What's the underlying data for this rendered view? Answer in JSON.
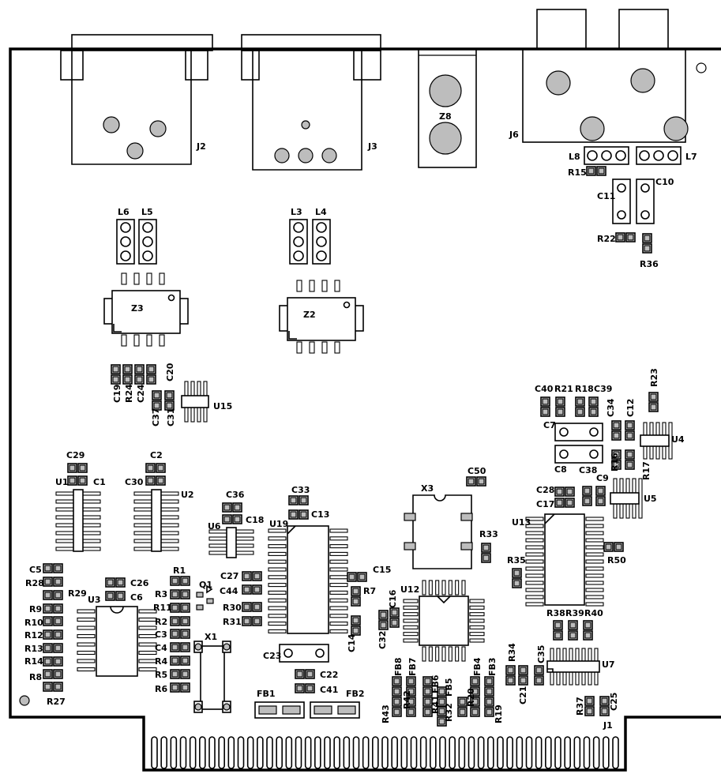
{
  "connectors": {
    "J2": "J2",
    "J3": "J3",
    "Z8": "Z8",
    "J6": "J6",
    "J1": "J1"
  },
  "inductors": {
    "L3": "L3",
    "L4": "L4",
    "L5": "L5",
    "L6": "L6",
    "L7": "L7",
    "L8": "L8"
  },
  "ics": {
    "Z2": "Z2",
    "Z3": "Z3",
    "U1": "U1",
    "U2": "U2",
    "U3": "U3",
    "U4": "U4",
    "U5": "U5",
    "U6": "U6",
    "U7": "U7",
    "U12": "U12",
    "U13": "U13",
    "U15": "U15",
    "U19": "U19"
  },
  "crystals": {
    "X1": "X1",
    "X3": "X3",
    "Q1": "Q1"
  },
  "ferrites": {
    "FB1": "FB1",
    "FB2": "FB2",
    "FB3": "FB3",
    "FB4": "FB4",
    "FB5": "FB5",
    "FB6": "FB6",
    "FB7": "FB7",
    "FB8": "FB8"
  },
  "capacitors": {
    "C1": "C1",
    "C2": "C2",
    "C3": "C3",
    "C4": "C4",
    "C5": "C5",
    "C6": "C6",
    "C7": "C7",
    "C8": "C8",
    "C9": "C9",
    "C10": "C10",
    "C11": "C11",
    "C12": "C12",
    "C13": "C13",
    "C14": "C14",
    "C15": "C15",
    "C16": "C16",
    "C17": "C17",
    "C18": "C18",
    "C19": "C19",
    "C20": "C20",
    "C21": "C21",
    "C22": "C22",
    "C23": "C23",
    "C24": "C24",
    "C25": "C25",
    "C26": "C26",
    "C27": "C27",
    "C28": "C28",
    "C29": "C29",
    "C30": "C30",
    "C31": "C31",
    "C32": "C32",
    "C33": "C33",
    "C34": "C34",
    "C35": "C35",
    "C36": "C36",
    "C37": "C37",
    "C38": "C38",
    "C39": "C39",
    "C40": "C40",
    "C41": "C41",
    "C44": "C44",
    "C50": "C50"
  },
  "resistors": {
    "R1": "R1",
    "R2": "R2",
    "R3": "R3",
    "R4": "R4",
    "R5": "R5",
    "R6": "R6",
    "R7": "R7",
    "R8": "R8",
    "R9": "R9",
    "R10": "R10",
    "R11": "R11",
    "R12": "R12",
    "R13": "R13",
    "R14": "R14",
    "R15": "R15",
    "R16": "R16",
    "R17": "R17",
    "R18": "R18",
    "R19": "R19",
    "R20": "R20",
    "R21": "R21",
    "R22": "R22",
    "R23": "R23",
    "R24": "R24",
    "R27": "R27",
    "R28": "R28",
    "R29": "R29",
    "R30": "R30",
    "R31": "R31",
    "R32": "R32",
    "R33": "R33",
    "R34": "R34",
    "R35": "R35",
    "R36": "R36",
    "R37": "R37",
    "R38": "R38",
    "R39": "R39",
    "R40": "R40",
    "R41": "R41",
    "R42": "R42",
    "R43": "R43",
    "R50": "R50"
  }
}
